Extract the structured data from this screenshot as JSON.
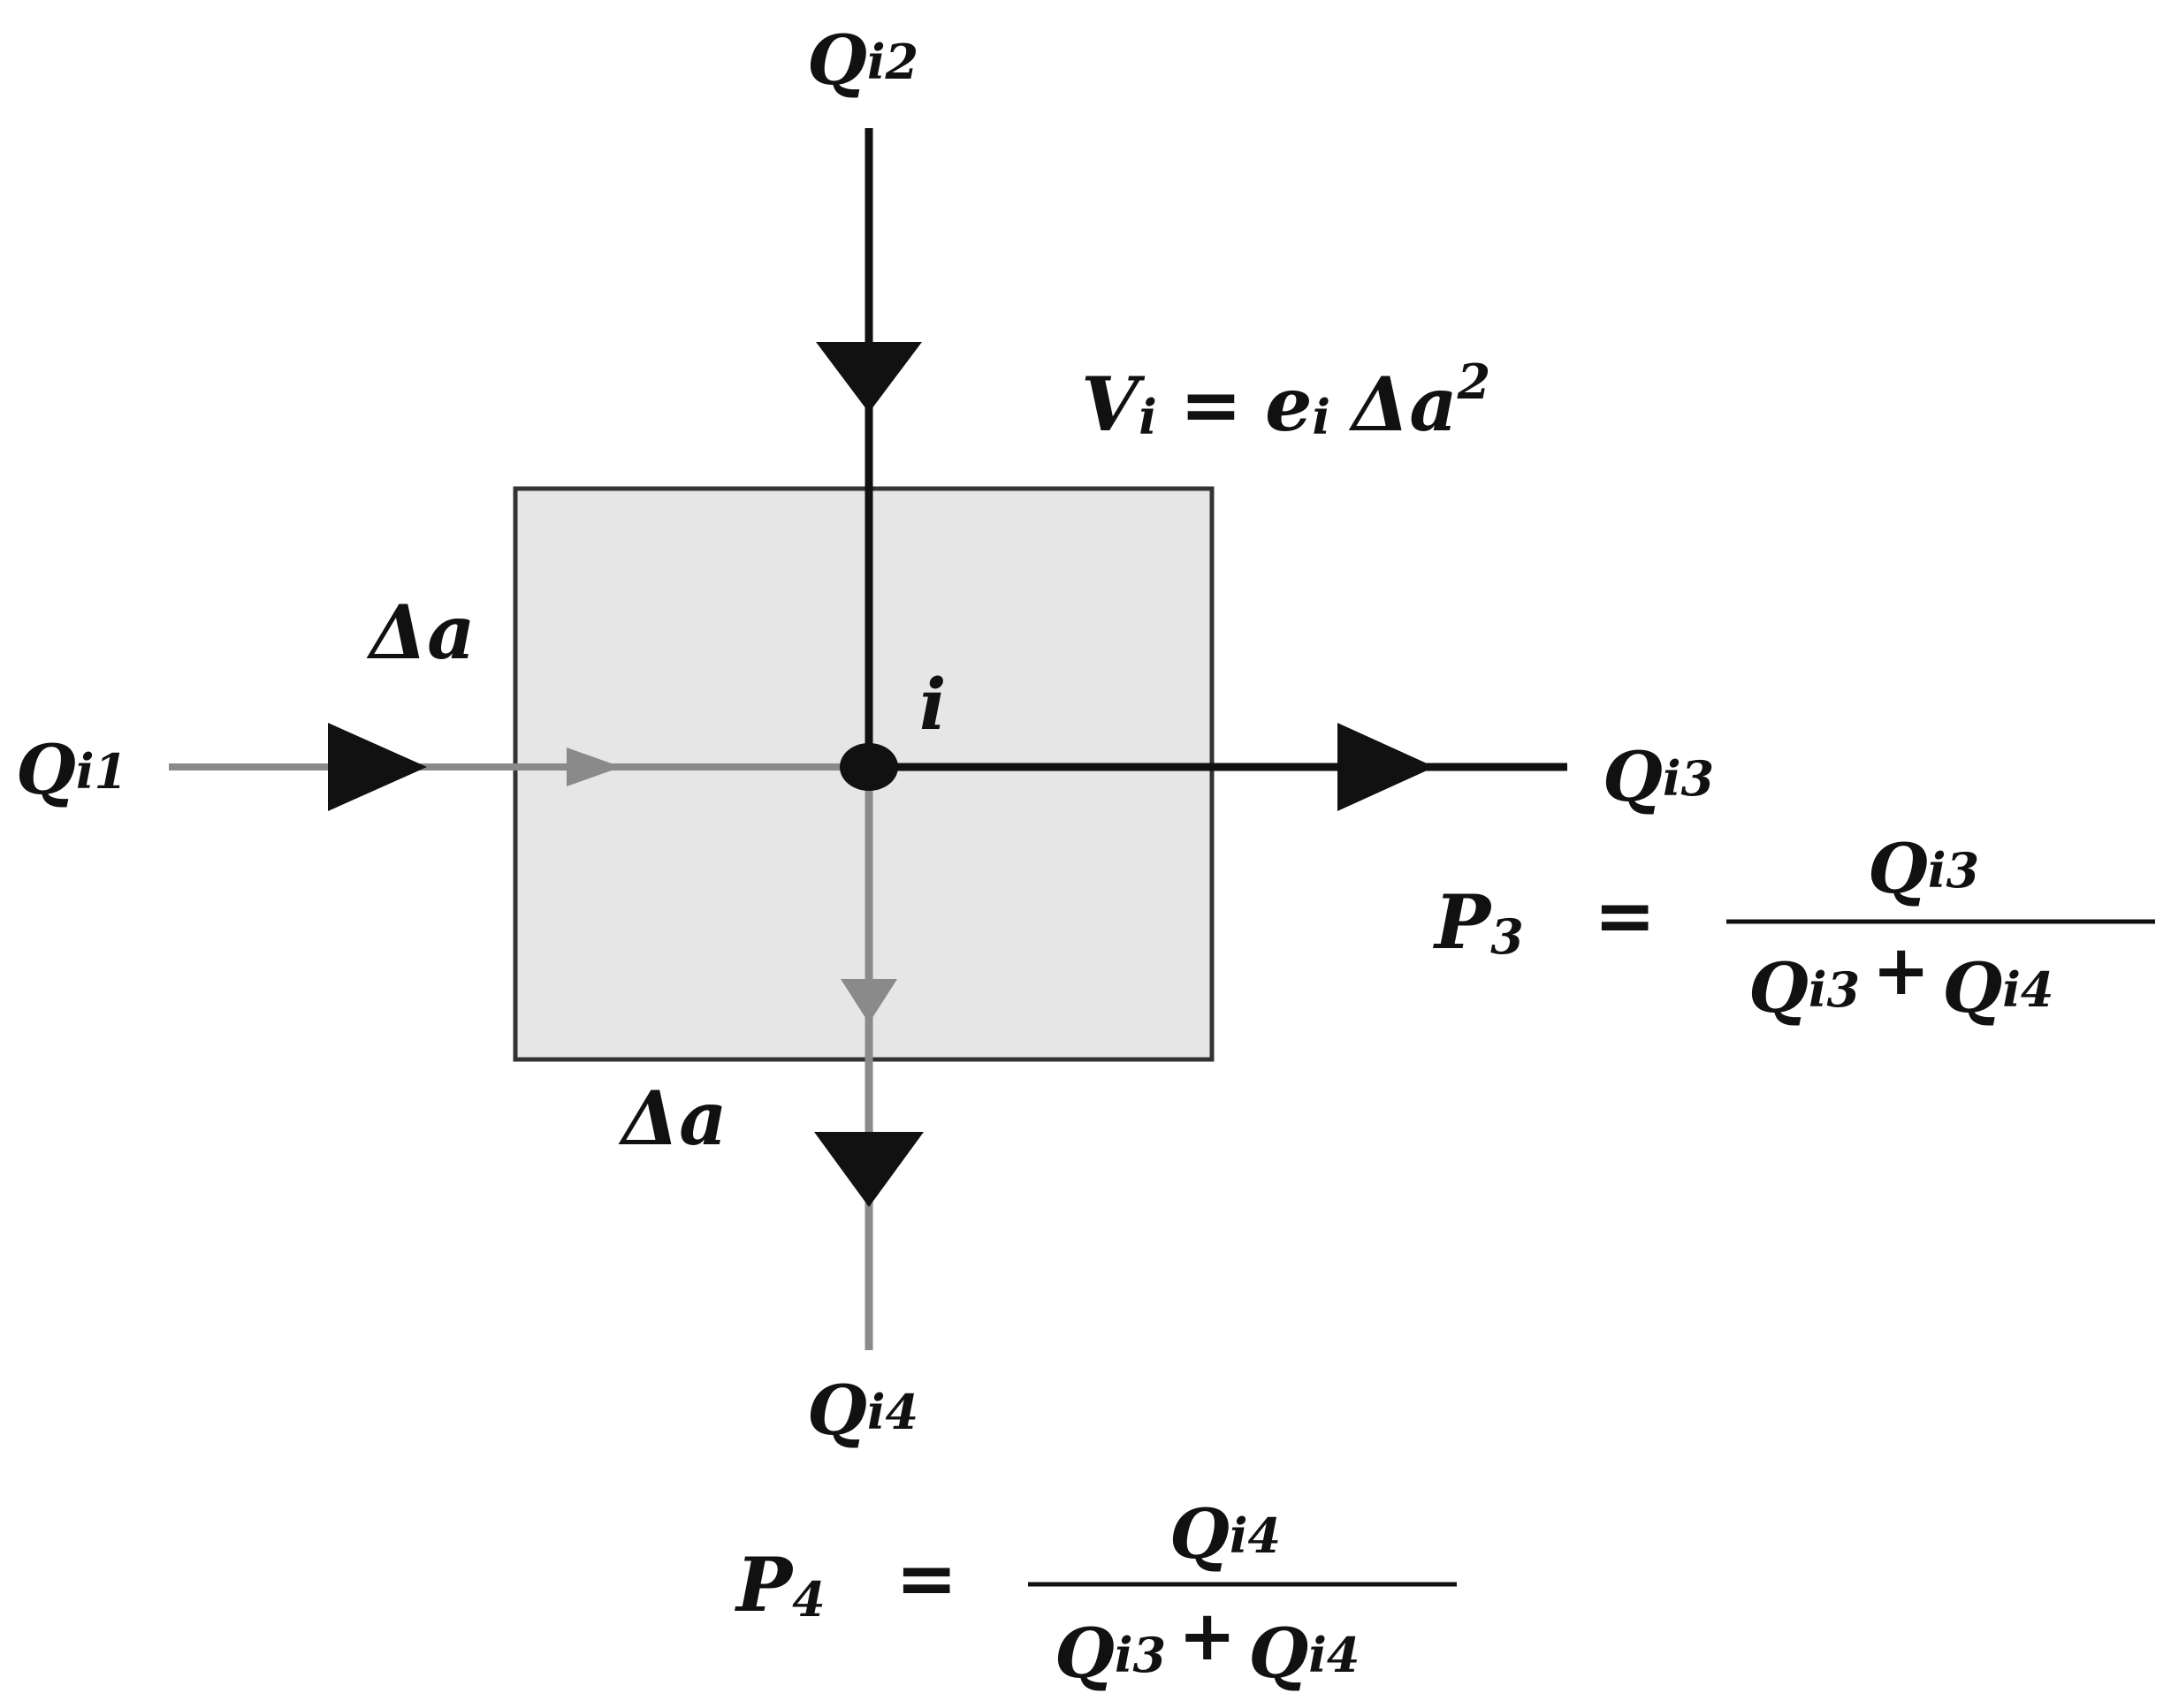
{
  "colors": {
    "primary_flow": "#111111",
    "secondary_flow": "#8a8a8a",
    "cell_fill": "#e6e6e6",
    "cell_stroke": "#333333"
  },
  "labels": {
    "q_i2": {
      "base": "Q",
      "sub": "i2"
    },
    "q_i1": {
      "base": "Q",
      "sub": "i1"
    },
    "q_i3": {
      "base": "Q",
      "sub": "i3"
    },
    "q_i4": {
      "base": "Q",
      "sub": "i4"
    },
    "delta_a_left": "Δa",
    "delta_a_bottom": "Δa",
    "node": "i",
    "volume": {
      "lhs": "V",
      "lhs_sub": "i",
      "eq": "=",
      "e": "e",
      "e_sub": "i",
      "delta": "Δa",
      "exp": "2"
    }
  },
  "equations": {
    "p3": {
      "lhs": "P",
      "lhs_sub": "3",
      "eq": "=",
      "num": {
        "base": "Q",
        "sub": "i3"
      },
      "den": {
        "a": "Q",
        "a_sub": "i3",
        "plus": "+",
        "b": "Q",
        "b_sub": "i4"
      }
    },
    "p4": {
      "lhs": "P",
      "lhs_sub": "4",
      "eq": "=",
      "num": {
        "base": "Q",
        "sub": "i4"
      },
      "den": {
        "a": "Q",
        "a_sub": "i3",
        "plus": "+",
        "b": "Q",
        "b_sub": "i4"
      }
    }
  }
}
